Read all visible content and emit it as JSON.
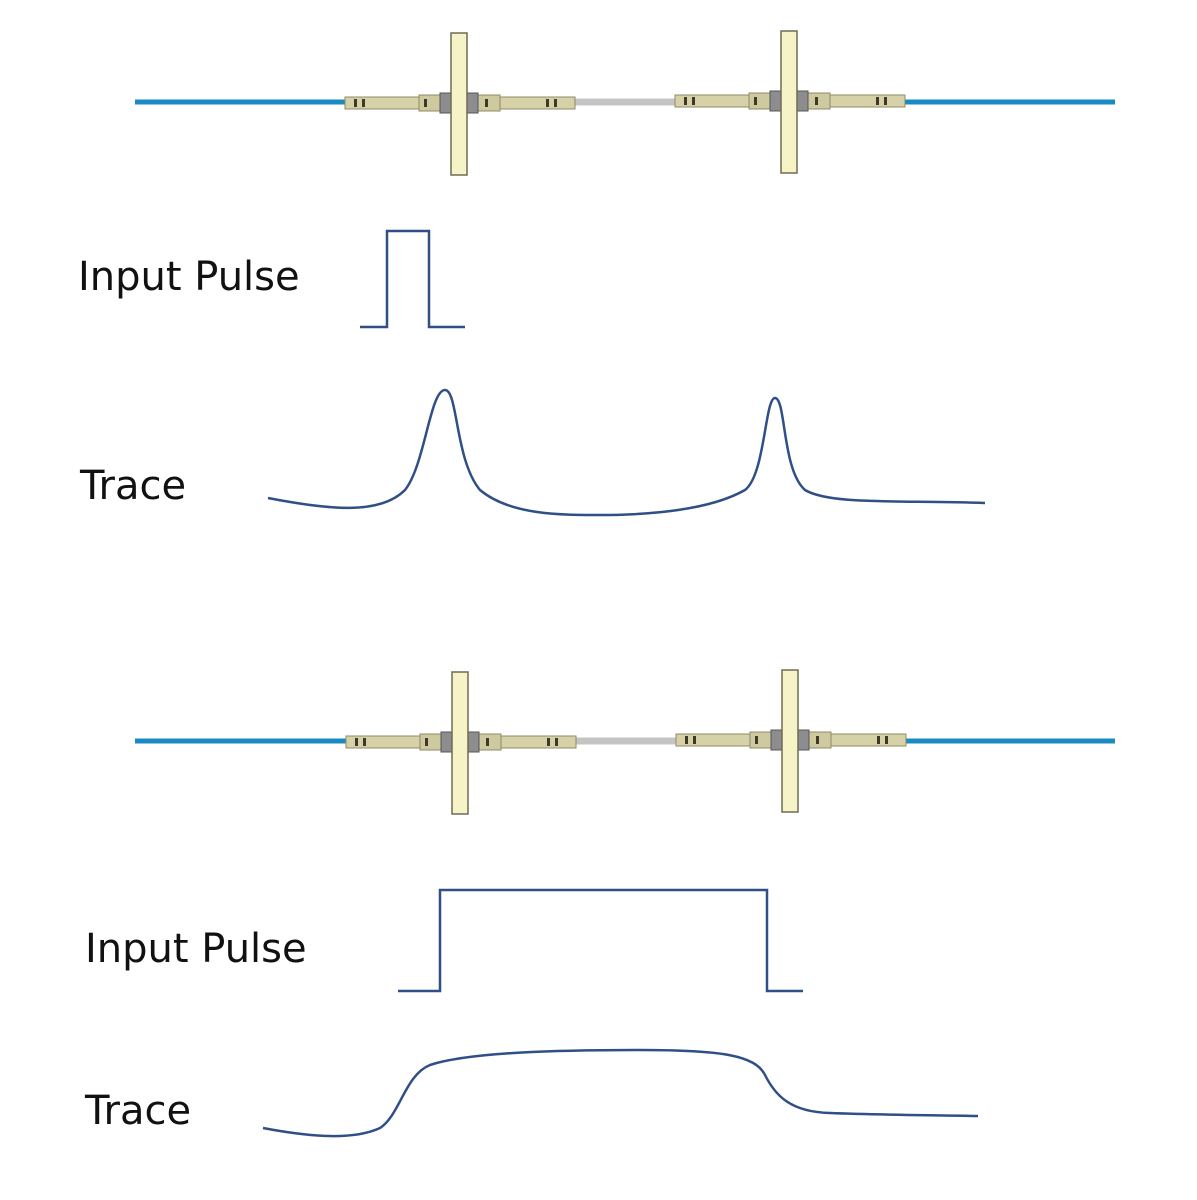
{
  "colors": {
    "fiber": "#1a8ac4",
    "signal": "#2f4f86",
    "connector": "#d6d1a6",
    "plate": "#f6f4c6",
    "patch": "#c4c4c4"
  },
  "panels": [
    {
      "pulse_label": "Input Pulse",
      "trace_label": "Trace",
      "pulse_type": "short"
    },
    {
      "pulse_label": "Input Pulse",
      "trace_label": "Trace",
      "pulse_type": "long"
    }
  ]
}
